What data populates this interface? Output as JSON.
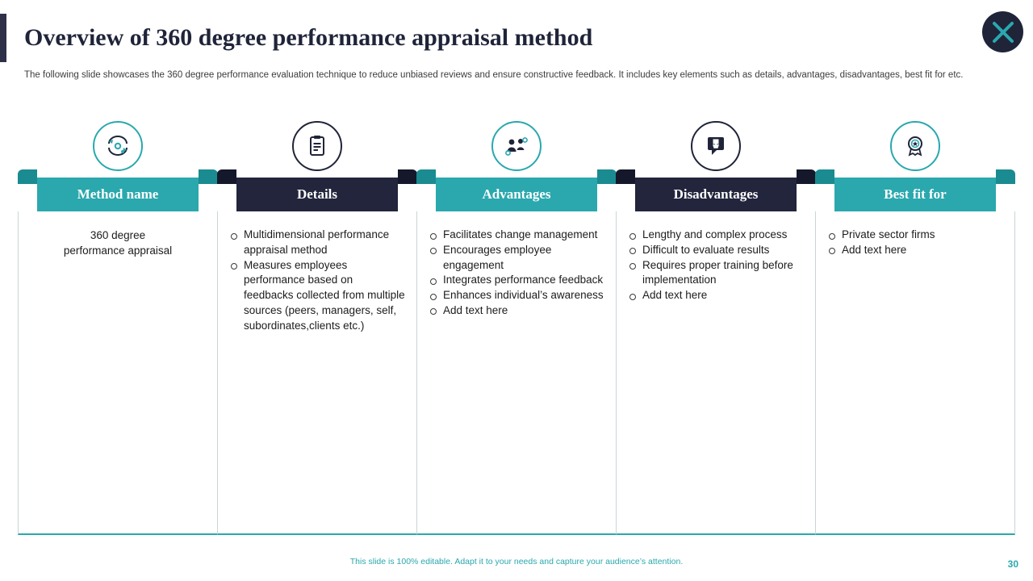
{
  "header": {
    "title": "Overview of 360 degree performance appraisal method",
    "subtitle": "The following slide showcases the 360 degree performance evaluation technique to reduce unbiased reviews and ensure constructive feedback. It includes key elements such as details, advantages, disadvantages, best fit for etc.",
    "close_icon": "close-x-icon"
  },
  "colors": {
    "teal": "#2aa8ae",
    "dark_navy": "#22253c",
    "title_color": "#1f2439"
  },
  "columns": [
    {
      "id": "method-name",
      "heading": "Method name",
      "style": "teal",
      "icon": "cycle-360-icon",
      "centered_text": "360 degree\nperformance  appraisal",
      "items": []
    },
    {
      "id": "details",
      "heading": "Details",
      "style": "dark",
      "icon": "document-list-icon",
      "centered_text": "",
      "items": [
        "Multidimensional performance appraisal method",
        "Measures employees performance based on feedbacks collected from multiple sources (peers, managers, self, subordinates,clients etc.)"
      ]
    },
    {
      "id": "advantages",
      "heading": "Advantages",
      "style": "teal",
      "icon": "people-group-icon",
      "centered_text": "",
      "items": [
        "Facilitates change management",
        "Encourages employee engagement",
        "Integrates performance feedback",
        "Enhances individual’s awareness",
        "Add text here"
      ]
    },
    {
      "id": "disadvantages",
      "heading": "Disadvantages",
      "style": "dark",
      "icon": "thumbs-down-icon",
      "centered_text": "",
      "items": [
        "Lengthy and complex process",
        "Difficult to evaluate results",
        "Requires proper training before implementation",
        "Add text here"
      ]
    },
    {
      "id": "best-fit-for",
      "heading": "Best fit for",
      "style": "teal",
      "icon": "award-badge-icon",
      "centered_text": "",
      "items": [
        "Private sector firms",
        "Add text here"
      ]
    }
  ],
  "footer": {
    "note": "This slide is 100% editable. Adapt it to your needs and capture your audience’s attention.",
    "page_number": "30"
  }
}
